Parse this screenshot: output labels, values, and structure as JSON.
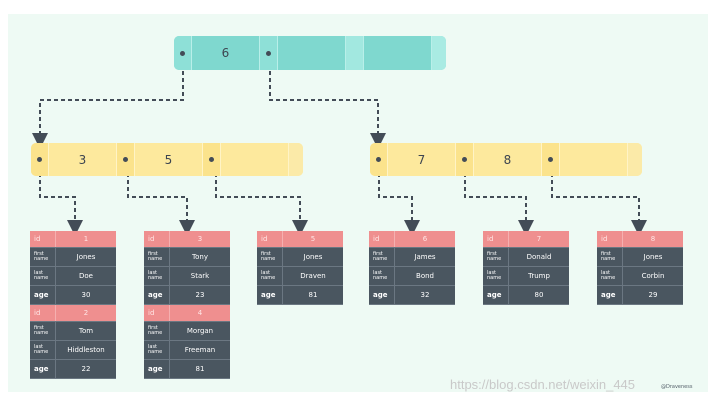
{
  "root": {
    "keys": [
      "6",
      "",
      ""
    ]
  },
  "leaves": [
    {
      "keys": [
        "3",
        "5",
        ""
      ]
    },
    {
      "keys": [
        "7",
        "8",
        ""
      ]
    }
  ],
  "labels": {
    "id": "id",
    "first_line1": "first",
    "first_line2": "name",
    "last_line1": "last",
    "last_line2": "name",
    "age": "age"
  },
  "records": [
    {
      "id": "1",
      "first": "Jones",
      "last": "Doe",
      "age": "30"
    },
    {
      "id": "2",
      "first": "Tom",
      "last": "Hiddleston",
      "age": "22"
    },
    {
      "id": "3",
      "first": "Tony",
      "last": "Stark",
      "age": "23"
    },
    {
      "id": "4",
      "first": "Morgan",
      "last": "Freeman",
      "age": "81"
    },
    {
      "id": "5",
      "first": "Jones",
      "last": "Draven",
      "age": "81"
    },
    {
      "id": "6",
      "first": "James",
      "last": "Bond",
      "age": "32"
    },
    {
      "id": "7",
      "first": "Donald",
      "last": "Trump",
      "age": "80"
    },
    {
      "id": "8",
      "first": "Jones",
      "last": "Corbin",
      "age": "29"
    }
  ],
  "watermark": "https://blog.csdn.net/weixin_445",
  "credit": "@Draveness",
  "colors": {
    "root": "#7fd8cf",
    "leaf": "#fde99d",
    "id_row": "#ef8f8f",
    "data_row": "#4a5660",
    "background": "#eefaf4"
  }
}
